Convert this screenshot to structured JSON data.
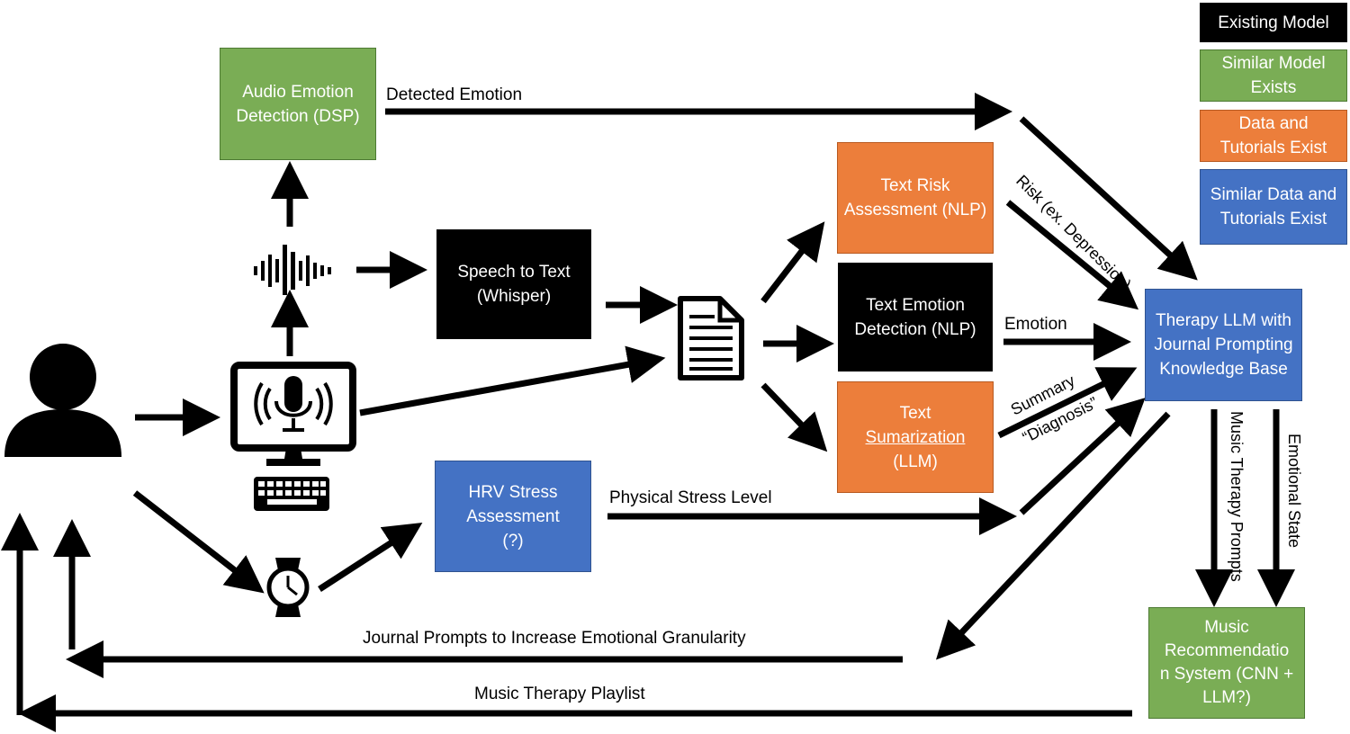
{
  "colors": {
    "existing_model": "#000000",
    "similar_model": "#7aad55",
    "data_tutorials": "#ec7e3b",
    "similar_data": "#4472c4",
    "arrow": "#000000"
  },
  "legend": {
    "existing_model": "Existing Model",
    "similar_model": "Similar Model Exists",
    "data_tutorials": "Data and Tutorials Exist",
    "similar_data": "Similar Data and Tutorials Exist"
  },
  "nodes": {
    "audio_emotion": "Audio Emotion Detection (DSP)",
    "speech_to_text": "Speech to Text (Whisper)",
    "text_risk": "Text Risk Assessment (NLP)",
    "text_emotion": "Text Emotion Detection (NLP)",
    "text_summ_l1": "Text",
    "text_summ_l2": "Sumarization",
    "text_summ_l3": "(LLM)",
    "hrv_stress": "HRV Stress Assessment (?)",
    "therapy_llm": "Therapy LLM with Journal Prompting Knowledge Base",
    "music_rec_l1": "Music",
    "music_rec_l2": "Recommendatio",
    "music_rec_l3": "n System (CNN +",
    "music_rec_l4": "LLM?)"
  },
  "edges": {
    "detected_emotion": "Detected Emotion",
    "risk": "Risk (ex. Depression)",
    "emotion": "Emotion",
    "summary": "Summary",
    "diagnosis": "“Diagnosis”",
    "physical_stress": "Physical Stress Level",
    "music_prompts": "Music Therapy  Prompts",
    "emotional_state": "Emotional State",
    "journal_prompts": "Journal Prompts to Increase Emotional Granularity",
    "playlist": "Music Therapy Playlist"
  },
  "icons": {
    "user": "user-icon",
    "computer": "computer-microphone-icon",
    "keyboard": "keyboard-icon",
    "waveform": "sound-wave-icon",
    "document": "document-icon",
    "watch": "smartwatch-icon"
  }
}
